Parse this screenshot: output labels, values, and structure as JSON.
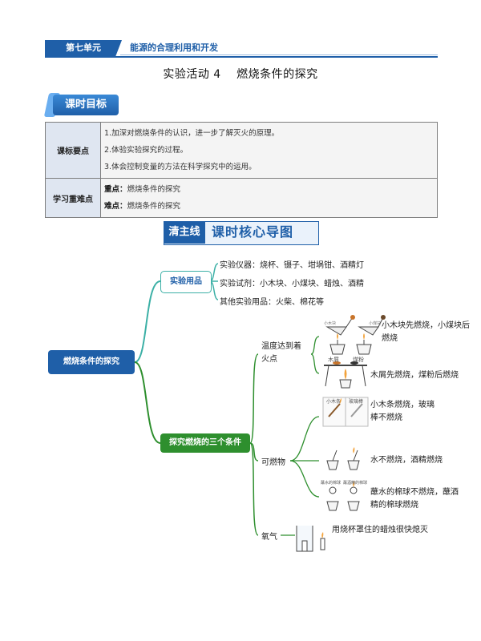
{
  "header": {
    "unit_label": "第七单元",
    "unit_topic": "能源的合理利用和开发"
  },
  "page_title": "实验活动 4　 燃烧条件的探究",
  "objectives": {
    "badge": "课时目标",
    "rows": [
      {
        "label": "课标要点",
        "items": [
          "1.加深对燃烧条件的认识，进一步了解灭火的原理。",
          "2.体验实验探究的过程。",
          "3.体会控制变量的方法在科学探究中的运用。"
        ]
      },
      {
        "label": "学习重难点",
        "items": [
          {
            "key": "重点：",
            "text": "燃烧条件的探究"
          },
          {
            "key": "难点：",
            "text": "燃烧条件的探究"
          }
        ]
      }
    ]
  },
  "mindmap": {
    "tag": "清主线",
    "title": "课时核心导图",
    "root": "燃烧条件的探究",
    "branch_a": {
      "label": "实验用品",
      "leaves": [
        "实验仪器：烧杯、镊子、坩埚钳、酒精灯",
        "实验试剂：小木块、小煤块、蜡烛、酒精",
        "其他实验用品：火柴、棉花等"
      ]
    },
    "branch_b": {
      "label": "探究燃烧的三个条件",
      "sub": {
        "temp": "温度达到着火点",
        "fuel": "可燃物",
        "oxygen": "氧气"
      },
      "image_labels": {
        "wood_small": "小木块",
        "coal_small": "小煤块",
        "sawdust": "木屑",
        "coal_powder": "煤粉",
        "stick": "小木条",
        "glass_rod": "玻璃棒",
        "water_cotton": "蘸水的棉球",
        "alcohol_cotton": "蘸酒精的棉球"
      },
      "results": {
        "r1": "小木块先燃烧，小煤块后燃烧",
        "r2": "木屑先燃烧，煤粉后燃烧",
        "r3": "小木条燃烧，玻璃棒不燃烧",
        "r4": "水不燃烧，酒精燃烧",
        "r5": "蘸水的棉球不燃烧，蘸酒精的棉球燃烧",
        "r6": "用烧杯罩住的蜡烛很快熄灭"
      }
    }
  },
  "colors": {
    "primary": "#1f5fa8",
    "teal": "#3cb0a6",
    "green": "#2e8f2e",
    "table_label_bg": "#dfe6f1"
  }
}
